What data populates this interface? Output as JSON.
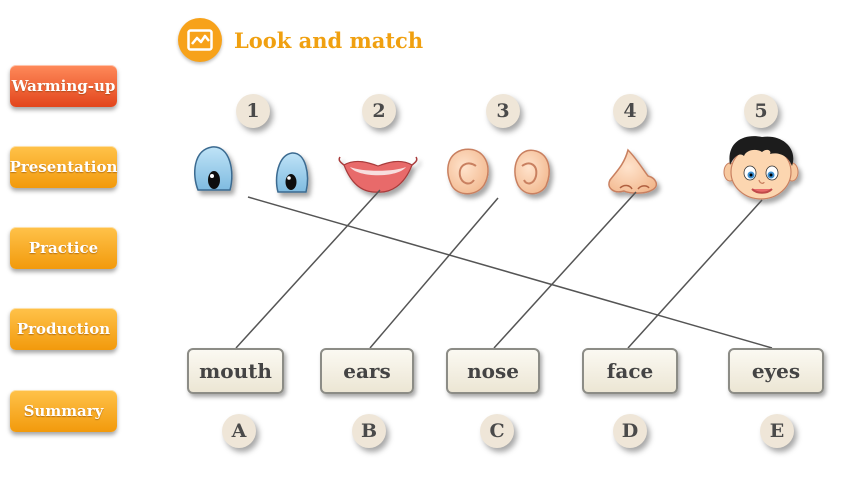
{
  "nav": {
    "items": [
      {
        "label": "Warming-up",
        "active": true
      },
      {
        "label": "Presentation",
        "active": false
      },
      {
        "label": "Practice",
        "active": false
      },
      {
        "label": "Production",
        "active": false
      },
      {
        "label": "Summary",
        "active": false
      }
    ]
  },
  "heading": {
    "title": "Look and match"
  },
  "pictures": [
    {
      "number": "1",
      "depicts": "eyes"
    },
    {
      "number": "2",
      "depicts": "mouth"
    },
    {
      "number": "3",
      "depicts": "ears"
    },
    {
      "number": "4",
      "depicts": "nose"
    },
    {
      "number": "5",
      "depicts": "face"
    }
  ],
  "words": [
    {
      "letter": "A",
      "word": "mouth"
    },
    {
      "letter": "B",
      "word": "ears"
    },
    {
      "letter": "C",
      "word": "nose"
    },
    {
      "letter": "D",
      "word": "face"
    },
    {
      "letter": "E",
      "word": "eyes"
    }
  ],
  "matches": [
    [
      "1",
      "E"
    ],
    [
      "2",
      "A"
    ],
    [
      "3",
      "B"
    ],
    [
      "4",
      "C"
    ],
    [
      "5",
      "D"
    ]
  ],
  "colors": {
    "accent": "#f0a010",
    "nav_active": "#e2451c",
    "nav": "#f29a0c",
    "line": "#555555"
  }
}
